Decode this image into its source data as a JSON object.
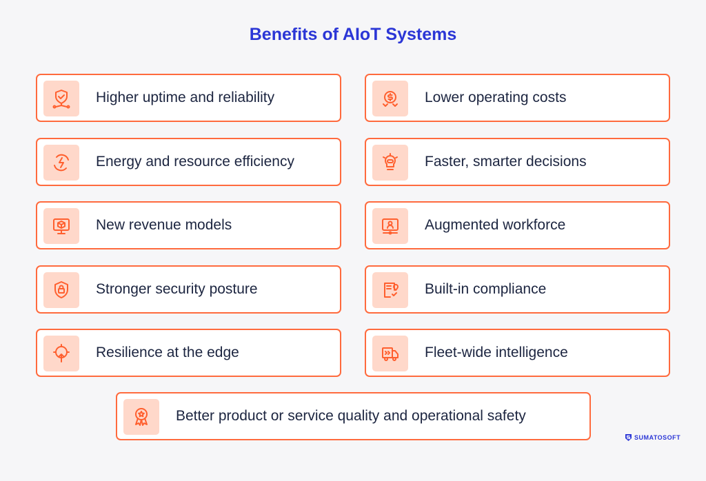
{
  "title": "Benefits of AIoT Systems",
  "benefits": [
    {
      "label": "Higher uptime and reliability",
      "icon": "shield-check-icon"
    },
    {
      "label": "Lower operating costs",
      "icon": "dollar-cycle-icon"
    },
    {
      "label": "Energy and resource efficiency",
      "icon": "energy-cycle-icon"
    },
    {
      "label": "Faster, smarter decisions",
      "icon": "lightbulb-icon"
    },
    {
      "label": "New revenue models",
      "icon": "monitor-cube-icon"
    },
    {
      "label": "Augmented workforce",
      "icon": "monitor-user-icon"
    },
    {
      "label": "Stronger security posture",
      "icon": "shield-lock-icon"
    },
    {
      "label": "Built-in compliance",
      "icon": "document-check-icon"
    },
    {
      "label": "Resilience at the edge",
      "icon": "target-upload-icon"
    },
    {
      "label": "Fleet-wide intelligence",
      "icon": "truck-icon"
    },
    {
      "label": "Better product or service quality and operational safety",
      "icon": "award-medal-icon"
    }
  ],
  "logo": "SUMATOSOFT",
  "colors": {
    "accent": "#ff6a3d",
    "title": "#2b36d6",
    "iconBg": "#ffd8ca"
  }
}
